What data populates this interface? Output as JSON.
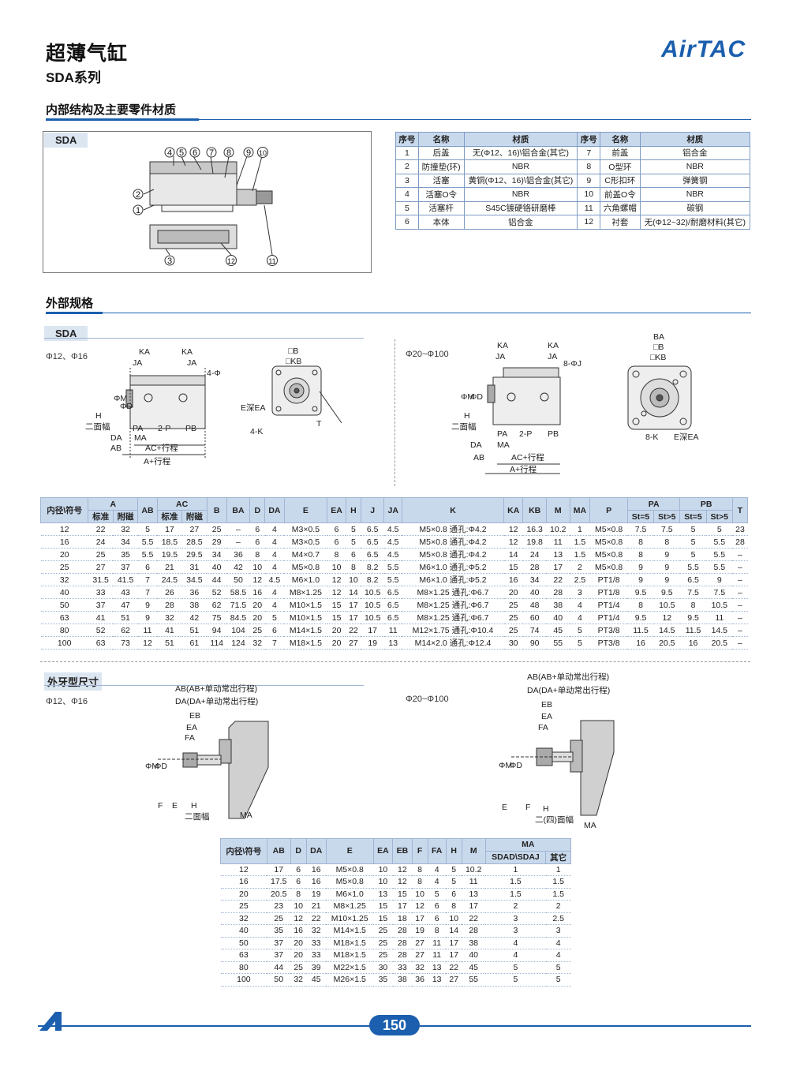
{
  "header": {
    "title": "超薄气缸",
    "subtitle": "SDA系列",
    "brand": "AirTAC"
  },
  "sections": {
    "structure": "内部结构及主要零件材质",
    "external": "外部规格",
    "thread": "外牙型尺寸"
  },
  "labels": {
    "sda_box1": "SDA",
    "sda_box2": "SDA",
    "size_small": "Φ12、Φ16",
    "size_large": "Φ20~Φ100",
    "size_small2": "Φ12、Φ16",
    "size_large2": "Φ20~Φ100"
  },
  "callouts": {
    "top": [
      "4",
      "5",
      "6",
      "7",
      "8",
      "9",
      "10"
    ],
    "left": [
      "2",
      "1"
    ],
    "bottom": [
      "3",
      "12",
      "11"
    ]
  },
  "materials": {
    "headers": [
      "序号",
      "名称",
      "材质",
      "序号",
      "名称",
      "材质"
    ],
    "rows": [
      [
        "1",
        "后盖",
        "无(Φ12、16)\\铝合金(其它)",
        "7",
        "前盖",
        "铝合金"
      ],
      [
        "2",
        "防撞垫(环)",
        "NBR",
        "8",
        "O型环",
        "NBR"
      ],
      [
        "3",
        "活塞",
        "黄铜(Φ12、16)\\铝合金(其它)",
        "9",
        "C形扣环",
        "弹簧钢"
      ],
      [
        "4",
        "活塞O令",
        "NBR",
        "10",
        "前盖O令",
        "NBR"
      ],
      [
        "5",
        "活塞杆",
        "S45C镀硬铬研磨棒",
        "11",
        "六角螺帽",
        "碳钢"
      ],
      [
        "6",
        "本体",
        "铝合金",
        "12",
        "衬套",
        "无(Φ12~32)/耐磨材料(其它)"
      ]
    ]
  },
  "drawing_labels": {
    "ka": "KA",
    "ja": "JA",
    "j": "4-ΦJ",
    "j8": "8-ΦJ",
    "phim": "ΦM",
    "phid": "ΦD",
    "h": "H",
    "flat": "二面幅",
    "pa": "PA",
    "pb": "PB",
    "p2": "2-P",
    "da": "DA",
    "ma": "MA",
    "ab": "AB",
    "ac": "AC+行程",
    "a": "A+行程",
    "b": "□B",
    "kb": "□KB",
    "ba": "BA",
    "ea": "E深EA",
    "k4": "4-K",
    "k8": "8-K",
    "t": "T",
    "ab_full": "AB(AB+单动常出行程)",
    "da_full": "DA(DA+单动常出行程)",
    "eb": "EB",
    "ea2": "EA",
    "fa": "FA",
    "e": "E",
    "f": "F",
    "flat4": "二(四)面幅"
  },
  "spec_table": {
    "h1": [
      "内径\\符号",
      "A",
      "AB",
      "AC",
      "B",
      "BA",
      "D",
      "DA",
      "E",
      "EA",
      "H",
      "J",
      "JA",
      "K",
      "KA",
      "KB",
      "M",
      "MA",
      "P",
      "PA",
      "PB",
      "T"
    ],
    "h2": [
      "标准",
      "附磁",
      "标准",
      "附磁",
      "St=5",
      "St>5",
      "St=5",
      "St>5"
    ],
    "rows": [
      [
        "12",
        "22",
        "32",
        "5",
        "17",
        "27",
        "25",
        "–",
        "6",
        "4",
        "M3×0.5",
        "6",
        "5",
        "6.5",
        "4.5",
        "M5×0.8 通孔:Φ4.2",
        "12",
        "16.3",
        "10.2",
        "1",
        "M5×0.8",
        "7.5",
        "7.5",
        "5",
        "5",
        "23"
      ],
      [
        "16",
        "24",
        "34",
        "5.5",
        "18.5",
        "28.5",
        "29",
        "–",
        "6",
        "4",
        "M3×0.5",
        "6",
        "5",
        "6.5",
        "4.5",
        "M5×0.8 通孔:Φ4.2",
        "12",
        "19.8",
        "11",
        "1.5",
        "M5×0.8",
        "8",
        "8",
        "5",
        "5.5",
        "28"
      ],
      [
        "20",
        "25",
        "35",
        "5.5",
        "19.5",
        "29.5",
        "34",
        "36",
        "8",
        "4",
        "M4×0.7",
        "8",
        "6",
        "6.5",
        "4.5",
        "M5×0.8 通孔:Φ4.2",
        "14",
        "24",
        "13",
        "1.5",
        "M5×0.8",
        "8",
        "9",
        "5",
        "5.5",
        "–"
      ],
      [
        "25",
        "27",
        "37",
        "6",
        "21",
        "31",
        "40",
        "42",
        "10",
        "4",
        "M5×0.8",
        "10",
        "8",
        "8.2",
        "5.5",
        "M6×1.0 通孔:Φ5.2",
        "15",
        "28",
        "17",
        "2",
        "M5×0.8",
        "9",
        "9",
        "5.5",
        "5.5",
        "–"
      ],
      [
        "32",
        "31.5",
        "41.5",
        "7",
        "24.5",
        "34.5",
        "44",
        "50",
        "12",
        "4.5",
        "M6×1.0",
        "12",
        "10",
        "8.2",
        "5.5",
        "M6×1.0 通孔:Φ5.2",
        "16",
        "34",
        "22",
        "2.5",
        "PT1/8",
        "9",
        "9",
        "6.5",
        "9",
        "–"
      ],
      [
        "40",
        "33",
        "43",
        "7",
        "26",
        "36",
        "52",
        "58.5",
        "16",
        "4",
        "M8×1.25",
        "12",
        "14",
        "10.5",
        "6.5",
        "M8×1.25 通孔:Φ6.7",
        "20",
        "40",
        "28",
        "3",
        "PT1/8",
        "9.5",
        "9.5",
        "7.5",
        "7.5",
        "–"
      ],
      [
        "50",
        "37",
        "47",
        "9",
        "28",
        "38",
        "62",
        "71.5",
        "20",
        "4",
        "M10×1.5",
        "15",
        "17",
        "10.5",
        "6.5",
        "M8×1.25 通孔:Φ6.7",
        "25",
        "48",
        "38",
        "4",
        "PT1/4",
        "8",
        "10.5",
        "8",
        "10.5",
        "–"
      ],
      [
        "63",
        "41",
        "51",
        "9",
        "32",
        "42",
        "75",
        "84.5",
        "20",
        "5",
        "M10×1.5",
        "15",
        "17",
        "10.5",
        "6.5",
        "M8×1.25 通孔:Φ6.7",
        "25",
        "60",
        "40",
        "4",
        "PT1/4",
        "9.5",
        "12",
        "9.5",
        "11",
        "–"
      ],
      [
        "80",
        "52",
        "62",
        "11",
        "41",
        "51",
        "94",
        "104",
        "25",
        "6",
        "M14×1.5",
        "20",
        "22",
        "17",
        "11",
        "M12×1.75 通孔:Φ10.4",
        "25",
        "74",
        "45",
        "5",
        "PT3/8",
        "11.5",
        "14.5",
        "11.5",
        "14.5",
        "–"
      ],
      [
        "100",
        "63",
        "73",
        "12",
        "51",
        "61",
        "114",
        "124",
        "32",
        "7",
        "M18×1.5",
        "20",
        "27",
        "19",
        "13",
        "M14×2.0 通孔:Φ12.4",
        "30",
        "90",
        "55",
        "5",
        "PT3/8",
        "16",
        "20.5",
        "16",
        "20.5",
        "–"
      ]
    ]
  },
  "thread_table": {
    "h1": [
      "内径\\符号",
      "AB",
      "D",
      "DA",
      "E",
      "EA",
      "EB",
      "F",
      "FA",
      "H",
      "M",
      "MA"
    ],
    "h2": [
      "SDAD\\SDAJ",
      "其它"
    ],
    "rows": [
      [
        "12",
        "17",
        "6",
        "16",
        "M5×0.8",
        "10",
        "12",
        "8",
        "4",
        "5",
        "10.2",
        "1",
        "1"
      ],
      [
        "16",
        "17.5",
        "6",
        "16",
        "M5×0.8",
        "10",
        "12",
        "8",
        "4",
        "5",
        "11",
        "1.5",
        "1.5"
      ],
      [
        "20",
        "20.5",
        "8",
        "19",
        "M6×1.0",
        "13",
        "15",
        "10",
        "5",
        "6",
        "13",
        "1.5",
        "1.5"
      ],
      [
        "25",
        "23",
        "10",
        "21",
        "M8×1.25",
        "15",
        "17",
        "12",
        "6",
        "8",
        "17",
        "2",
        "2"
      ],
      [
        "32",
        "25",
        "12",
        "22",
        "M10×1.25",
        "15",
        "18",
        "17",
        "6",
        "10",
        "22",
        "3",
        "2.5"
      ],
      [
        "40",
        "35",
        "16",
        "32",
        "M14×1.5",
        "25",
        "28",
        "19",
        "8",
        "14",
        "28",
        "3",
        "3"
      ],
      [
        "50",
        "37",
        "20",
        "33",
        "M18×1.5",
        "25",
        "28",
        "27",
        "11",
        "17",
        "38",
        "4",
        "4"
      ],
      [
        "63",
        "37",
        "20",
        "33",
        "M18×1.5",
        "25",
        "28",
        "27",
        "11",
        "17",
        "40",
        "4",
        "4"
      ],
      [
        "80",
        "44",
        "25",
        "39",
        "M22×1.5",
        "30",
        "33",
        "32",
        "13",
        "22",
        "45",
        "5",
        "5"
      ],
      [
        "100",
        "50",
        "32",
        "45",
        "M26×1.5",
        "35",
        "38",
        "36",
        "13",
        "27",
        "55",
        "5",
        "5"
      ]
    ]
  },
  "footer": {
    "page": "150"
  },
  "colors": {
    "accent": "#1b5fae",
    "header_fill": "#c9d9ec",
    "label_fill": "#dce6f1"
  }
}
